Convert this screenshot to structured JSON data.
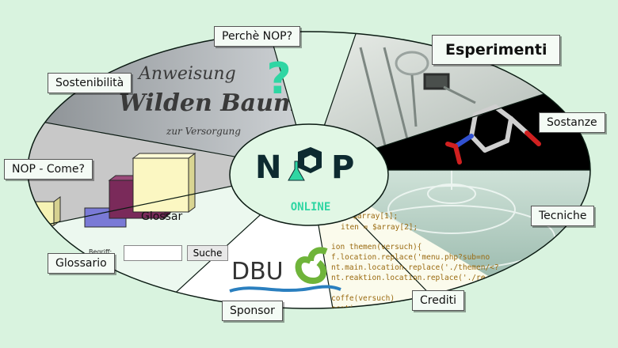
{
  "logo": {
    "wordmark": "NOP",
    "subtitle": "ONLINE"
  },
  "nav": {
    "perche": "Perchè NOP?",
    "esperimenti": "Esperimenti",
    "sostenibilita": "Sostenibilità",
    "sostanze": "Sostanze",
    "nop_come": "NOP - Come?",
    "tecniche": "Tecniche",
    "glossario": "Glossario",
    "crediti": "Crediti",
    "sponsor": "Sponsor"
  },
  "sections": {
    "question_mark": "?",
    "glossar_label": "Glossar",
    "search_caption": "Begriff:",
    "search_button": "Suche",
    "sponsor_text": "DBU",
    "book_lines": [
      "Anweisung",
      "Wilden Baum-Zu",
      "zur Versorgung"
    ],
    "code_lines": [
      "$array[1];",
      "iten = $array[2];",
      "",
      "ion themen(versuch){",
      "  f.location.replace('menu.php?sub=no",
      "  nt.main.location.replace('./themen/<?",
      "  nt.reaktion.location.replace('./re",
      "",
      "  coffe(versuch)",
      "  ocation.repl"
    ]
  },
  "colors": {
    "background": "#d9f3df",
    "accent": "#2fd6a3",
    "logo_dark": "#0d2a30",
    "border": "#0a1a12"
  }
}
